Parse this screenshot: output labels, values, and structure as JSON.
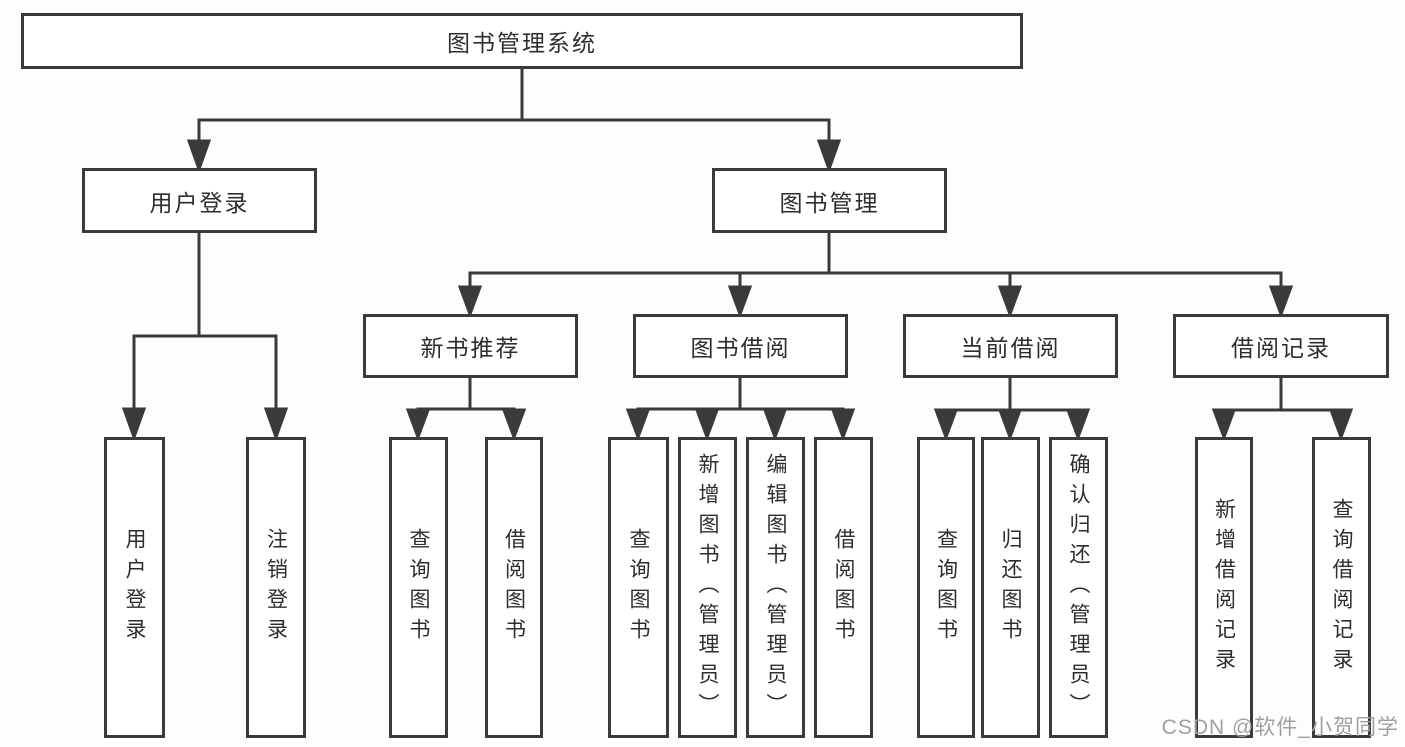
{
  "diagram": {
    "title": "图书管理系统",
    "groups": [
      {
        "label": "用户登录",
        "leaves": [
          "用户登录",
          "注销登录"
        ]
      },
      {
        "label": "图书管理",
        "sections": [
          {
            "label": "新书推荐",
            "leaves": [
              "查询图书",
              "借阅图书"
            ]
          },
          {
            "label": "图书借阅",
            "leaves": [
              "查询图书",
              "新增图书（管理员）",
              "编辑图书（管理员）",
              "借阅图书"
            ]
          },
          {
            "label": "当前借阅",
            "leaves": [
              "查询图书",
              "归还图书",
              "确认归还（管理员）"
            ]
          },
          {
            "label": "借阅记录",
            "leaves": [
              "新增借阅记录",
              "查询借阅记录"
            ]
          }
        ]
      }
    ]
  },
  "watermark": "CSDN @软件_小贺同学",
  "colors": {
    "line": "#3a3a3a",
    "text": "#2e2e2e",
    "background": "#fdfdfd",
    "watermark": "#9f9f9f"
  }
}
